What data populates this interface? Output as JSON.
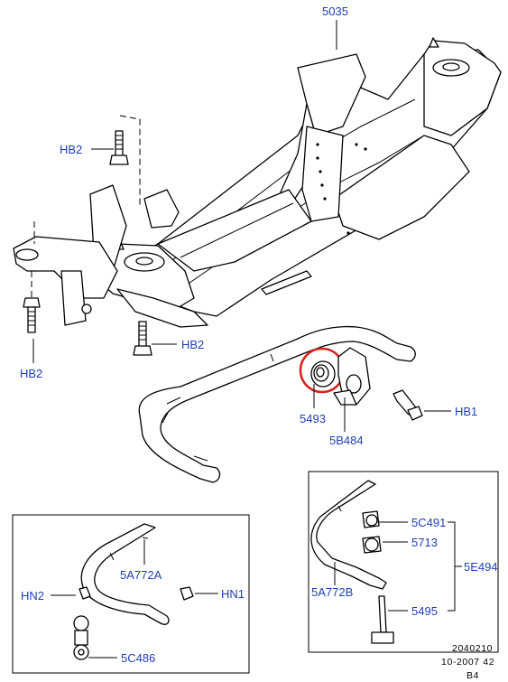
{
  "labels": {
    "frame": "5035",
    "hb2_top": "HB2",
    "hb2_left": "HB2",
    "hb2_mid": "HB2",
    "hb1": "HB1",
    "bushing": "5493",
    "bracket": "5B484",
    "stab_bar_left": "5A772A",
    "hn2": "HN2",
    "hn1": "HN1",
    "link_left": "5C486",
    "link_top": "5C491",
    "link_mid": "5713",
    "link_assy": "5E494",
    "stab_bar_right": "5A772B",
    "link_bottom": "5495"
  },
  "reference": {
    "number": "2040210",
    "date_code": "10-2007 42",
    "sheet": "B4"
  },
  "colors": {
    "label_blue": "#1f3fb4",
    "highlight_red": "#d6231e",
    "line": "#000000"
  }
}
